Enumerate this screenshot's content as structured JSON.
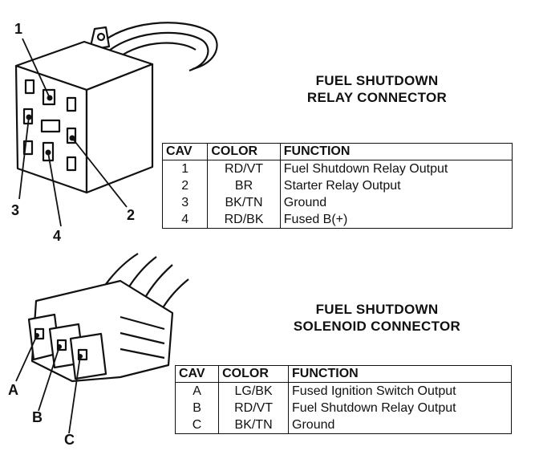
{
  "relay": {
    "heading_line1": "FUEL SHUTDOWN",
    "heading_line2": "RELAY CONNECTOR",
    "callouts": [
      "1",
      "2",
      "3",
      "4"
    ],
    "columns": [
      "CAV",
      "COLOR",
      "FUNCTION"
    ],
    "rows": [
      {
        "cav": "1",
        "color": "RD/VT",
        "function": "Fuel Shutdown Relay Output"
      },
      {
        "cav": "2",
        "color": "BR",
        "function": "Starter Relay Output"
      },
      {
        "cav": "3",
        "color": "BK/TN",
        "function": "Ground"
      },
      {
        "cav": "4",
        "color": "RD/BK",
        "function": "Fused B(+)"
      }
    ]
  },
  "solenoid": {
    "heading_line1": "FUEL SHUTDOWN",
    "heading_line2": "SOLENOID CONNECTOR",
    "callouts": [
      "A",
      "B",
      "C"
    ],
    "columns": [
      "CAV",
      "COLOR",
      "FUNCTION"
    ],
    "rows": [
      {
        "cav": "A",
        "color": "LG/BK",
        "function": "Fused Ignition Switch Output"
      },
      {
        "cav": "B",
        "color": "RD/VT",
        "function": "Fuel Shutdown Relay Output"
      },
      {
        "cav": "C",
        "color": "BK/TN",
        "function": "Ground"
      }
    ]
  }
}
